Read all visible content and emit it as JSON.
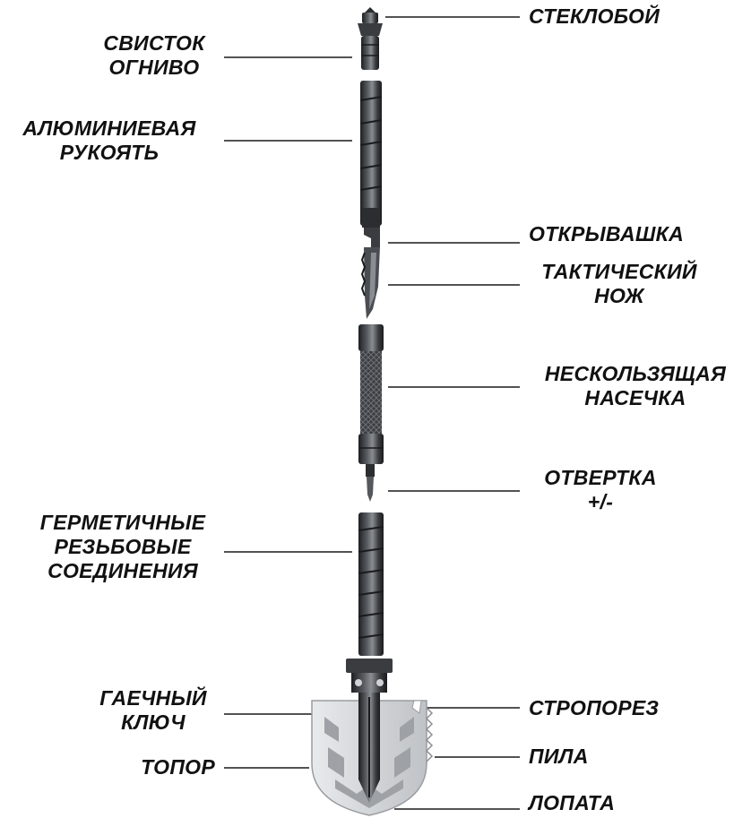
{
  "labels": {
    "glass_breaker": "СТЕКЛОБОЙ",
    "whistle": "СВИСТОК",
    "flint": "ОГНИВО",
    "aluminum_1": "АЛЮМИНИЕВАЯ",
    "aluminum_2": "РУКОЯТЬ",
    "opener": "ОТКРЫВАШКА",
    "knife_1": "ТАКТИЧЕСКИЙ",
    "knife_2": "НОЖ",
    "grip_1": "НЕСКОЛЬЗЯЩАЯ",
    "grip_2": "НАСЕЧКА",
    "screwdriver_1": "ОТВЕРТКА",
    "screwdriver_2": "+/-",
    "threads_1": "ГЕРМЕТИЧНЫЕ",
    "threads_2": "РЕЗЬБОВЫЕ",
    "threads_3": "СОЕДИНЕНИЯ",
    "wrench_1": "ГАЕЧНЫЙ",
    "wrench_2": "КЛЮЧ",
    "line_cutter": "СТРОПОРЕЗ",
    "axe": "ТОПОР",
    "saw": "ПИЛА",
    "shovel": "ЛОПАТА"
  },
  "colors": {
    "text": "#111111",
    "leader": "#1a1a1a",
    "metal_dark": "#2b2d30",
    "metal_mid": "#55585c",
    "blade_light": "#cfd2d6"
  }
}
